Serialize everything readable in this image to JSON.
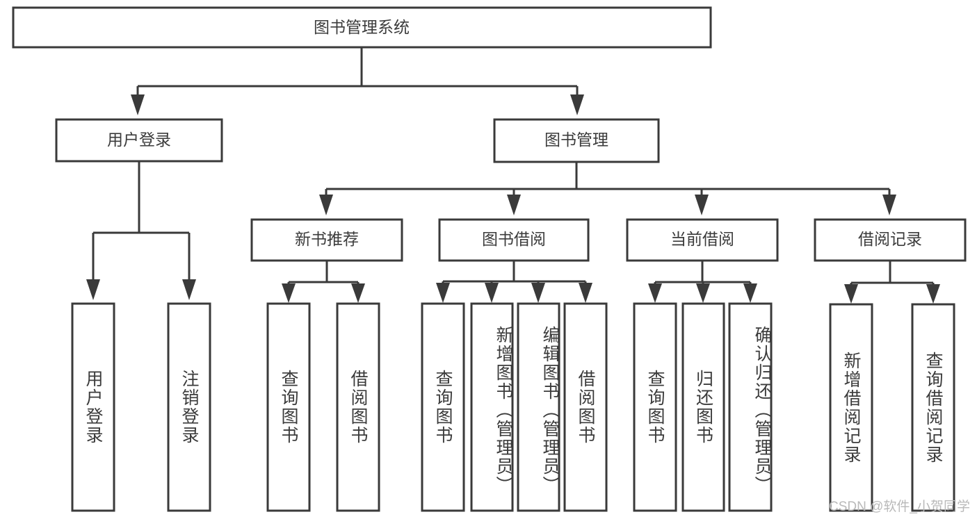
{
  "diagram": {
    "type": "tree",
    "title_node": {
      "id": "root",
      "label": "图书管理系统"
    },
    "level2": [
      {
        "id": "user-login",
        "label": "用户登录"
      },
      {
        "id": "book-manage",
        "label": "图书管理"
      }
    ],
    "level3": [
      {
        "id": "new-book-rec",
        "label": "新书推荐"
      },
      {
        "id": "book-borrow",
        "label": "图书借阅"
      },
      {
        "id": "current-borrow",
        "label": "当前借阅"
      },
      {
        "id": "borrow-record",
        "label": "借阅记录"
      }
    ],
    "leaves": [
      {
        "id": "leaf-user-login",
        "label": "用户登录",
        "parent": "user-login"
      },
      {
        "id": "leaf-logout",
        "label": "注销登录",
        "parent": "user-login"
      },
      {
        "id": "leaf-query-book-1",
        "label": "查询图书",
        "parent": "new-book-rec"
      },
      {
        "id": "leaf-borrow-book-1",
        "label": "借阅图书",
        "parent": "new-book-rec"
      },
      {
        "id": "leaf-query-book-2",
        "label": "查询图书",
        "parent": "book-borrow"
      },
      {
        "id": "leaf-add-book",
        "label": "新增图书（管理员）",
        "parent": "book-borrow"
      },
      {
        "id": "leaf-edit-book",
        "label": "编辑图书（管理员）",
        "parent": "book-borrow"
      },
      {
        "id": "leaf-borrow-book-2",
        "label": "借阅图书",
        "parent": "book-borrow"
      },
      {
        "id": "leaf-query-book-3",
        "label": "查询图书",
        "parent": "current-borrow"
      },
      {
        "id": "leaf-return-book",
        "label": "归还图书",
        "parent": "current-borrow"
      },
      {
        "id": "leaf-confirm-return",
        "label": "确认归还（管理员）",
        "parent": "current-borrow"
      },
      {
        "id": "leaf-add-record",
        "label": "新增借阅记录",
        "parent": "borrow-record"
      },
      {
        "id": "leaf-query-record",
        "label": "查询借阅记录",
        "parent": "borrow-record"
      }
    ]
  },
  "watermark": {
    "text": "CSDN @软件_小贺同学"
  },
  "colors": {
    "stroke": "#3a3a3a",
    "box_fill": "#ffffff",
    "text": "#3b3b3b",
    "watermark": "#b9b9b9",
    "background": "#ffffff"
  }
}
